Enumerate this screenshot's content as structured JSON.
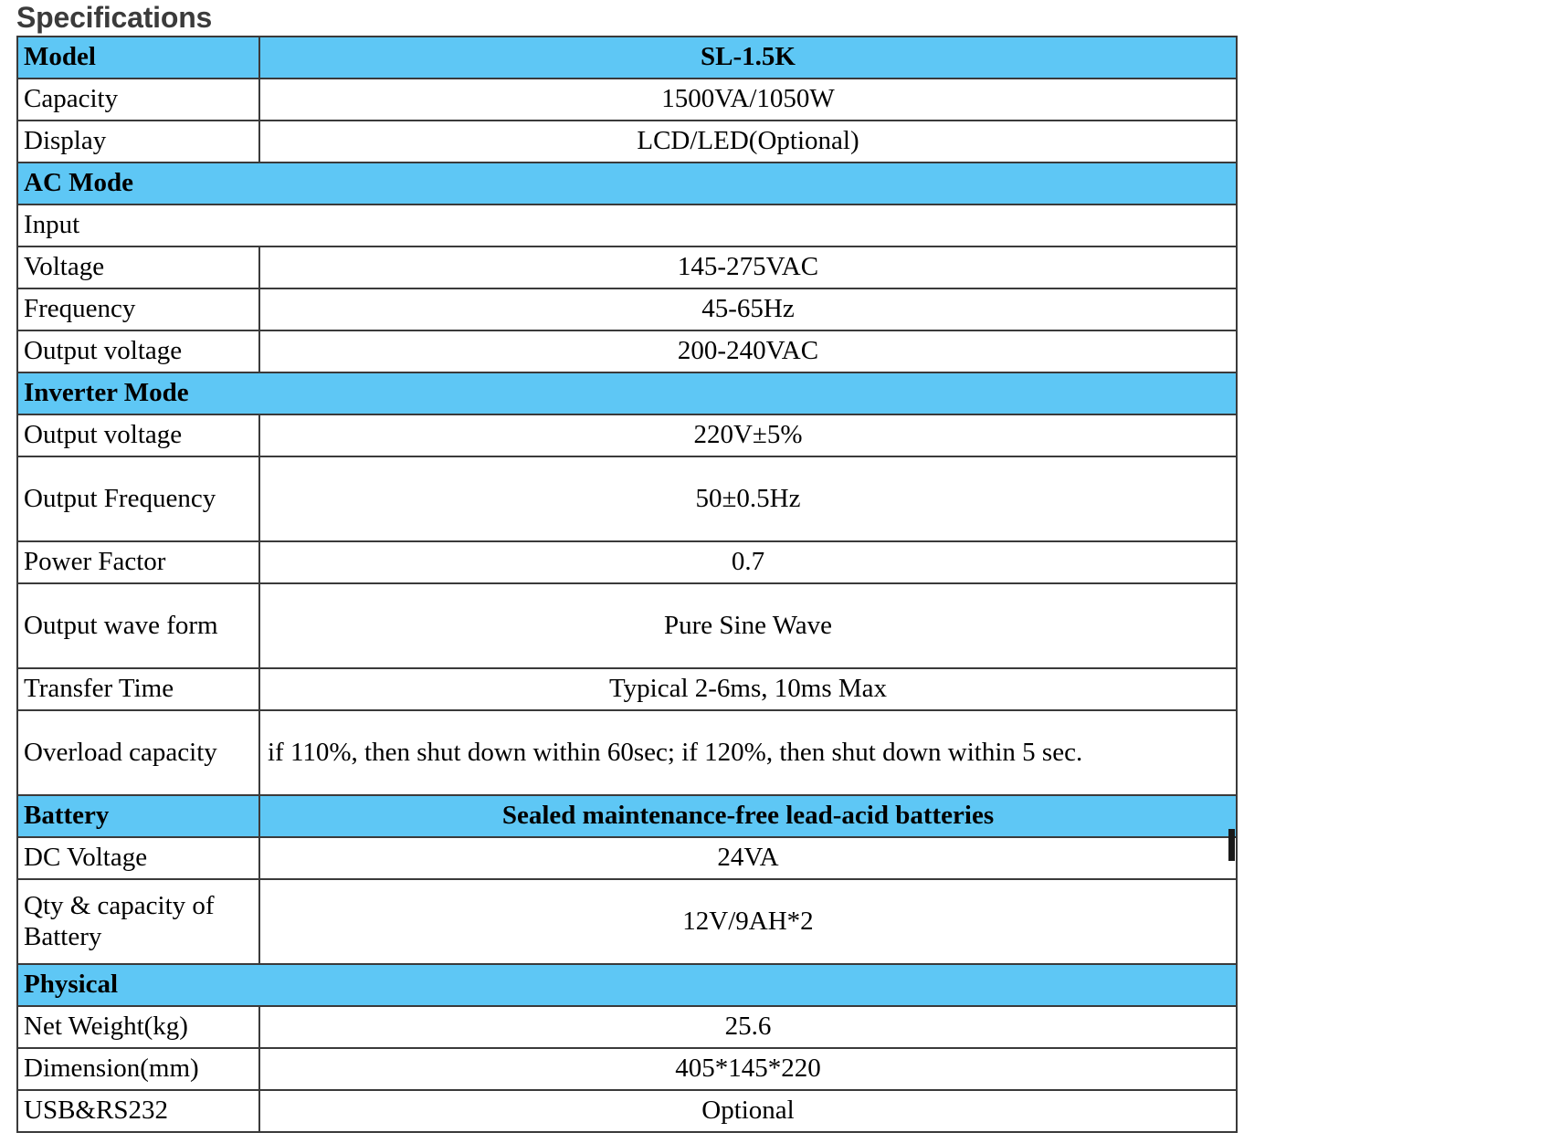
{
  "heading": "Specifications",
  "colors": {
    "section_blue": "#5ec7f5",
    "border": "#3a3a3a",
    "heading_gray": "#3b3b3b",
    "text": "#000000"
  },
  "table": {
    "rows": [
      {
        "type": "model",
        "label": "Model",
        "value": "SL-1.5K"
      },
      {
        "type": "data",
        "label": "Capacity",
        "value": "1500VA/1050W"
      },
      {
        "type": "data",
        "label": "Display",
        "value": "LCD/LED(Optional)"
      },
      {
        "type": "section",
        "label": "AC Mode",
        "value": ""
      },
      {
        "type": "section-plain",
        "label": "Input",
        "value": ""
      },
      {
        "type": "data",
        "label": "Voltage",
        "value": "145-275VAC"
      },
      {
        "type": "data",
        "label": "Frequency",
        "value": "45-65Hz"
      },
      {
        "type": "data",
        "label": "Output voltage",
        "value": "200-240VAC"
      },
      {
        "type": "section",
        "label": "Inverter Mode",
        "value": ""
      },
      {
        "type": "data",
        "label": "Output voltage",
        "value": "220V±5%"
      },
      {
        "type": "data-tall",
        "label": "Output Frequency",
        "value": "50±0.5Hz"
      },
      {
        "type": "data",
        "label": "Power Factor",
        "value": "0.7"
      },
      {
        "type": "data-tall",
        "label": "Output wave form",
        "value": "Pure Sine Wave"
      },
      {
        "type": "data",
        "label": "Transfer Time",
        "value": "Typical 2-6ms, 10ms Max"
      },
      {
        "type": "data-tall-left",
        "label": "Overload capacity",
        "value": "if 110%, then shut down within 60sec; if 120%, then shut down within 5 sec."
      },
      {
        "type": "battery",
        "label": "Battery",
        "value": "Sealed maintenance-free lead-acid batteries"
      },
      {
        "type": "data",
        "label": "DC Voltage",
        "value": "24VA"
      },
      {
        "type": "data-tall",
        "label": "Qty & capacity of Battery",
        "value": "12V/9AH*2"
      },
      {
        "type": "section",
        "label": "Physical",
        "value": ""
      },
      {
        "type": "data",
        "label": "Net Weight(kg)",
        "value": "25.6"
      },
      {
        "type": "data",
        "label": "Dimension(mm)",
        "value": "405*145*220"
      },
      {
        "type": "data",
        "label": "USB&RS232",
        "value": "Optional"
      }
    ]
  }
}
